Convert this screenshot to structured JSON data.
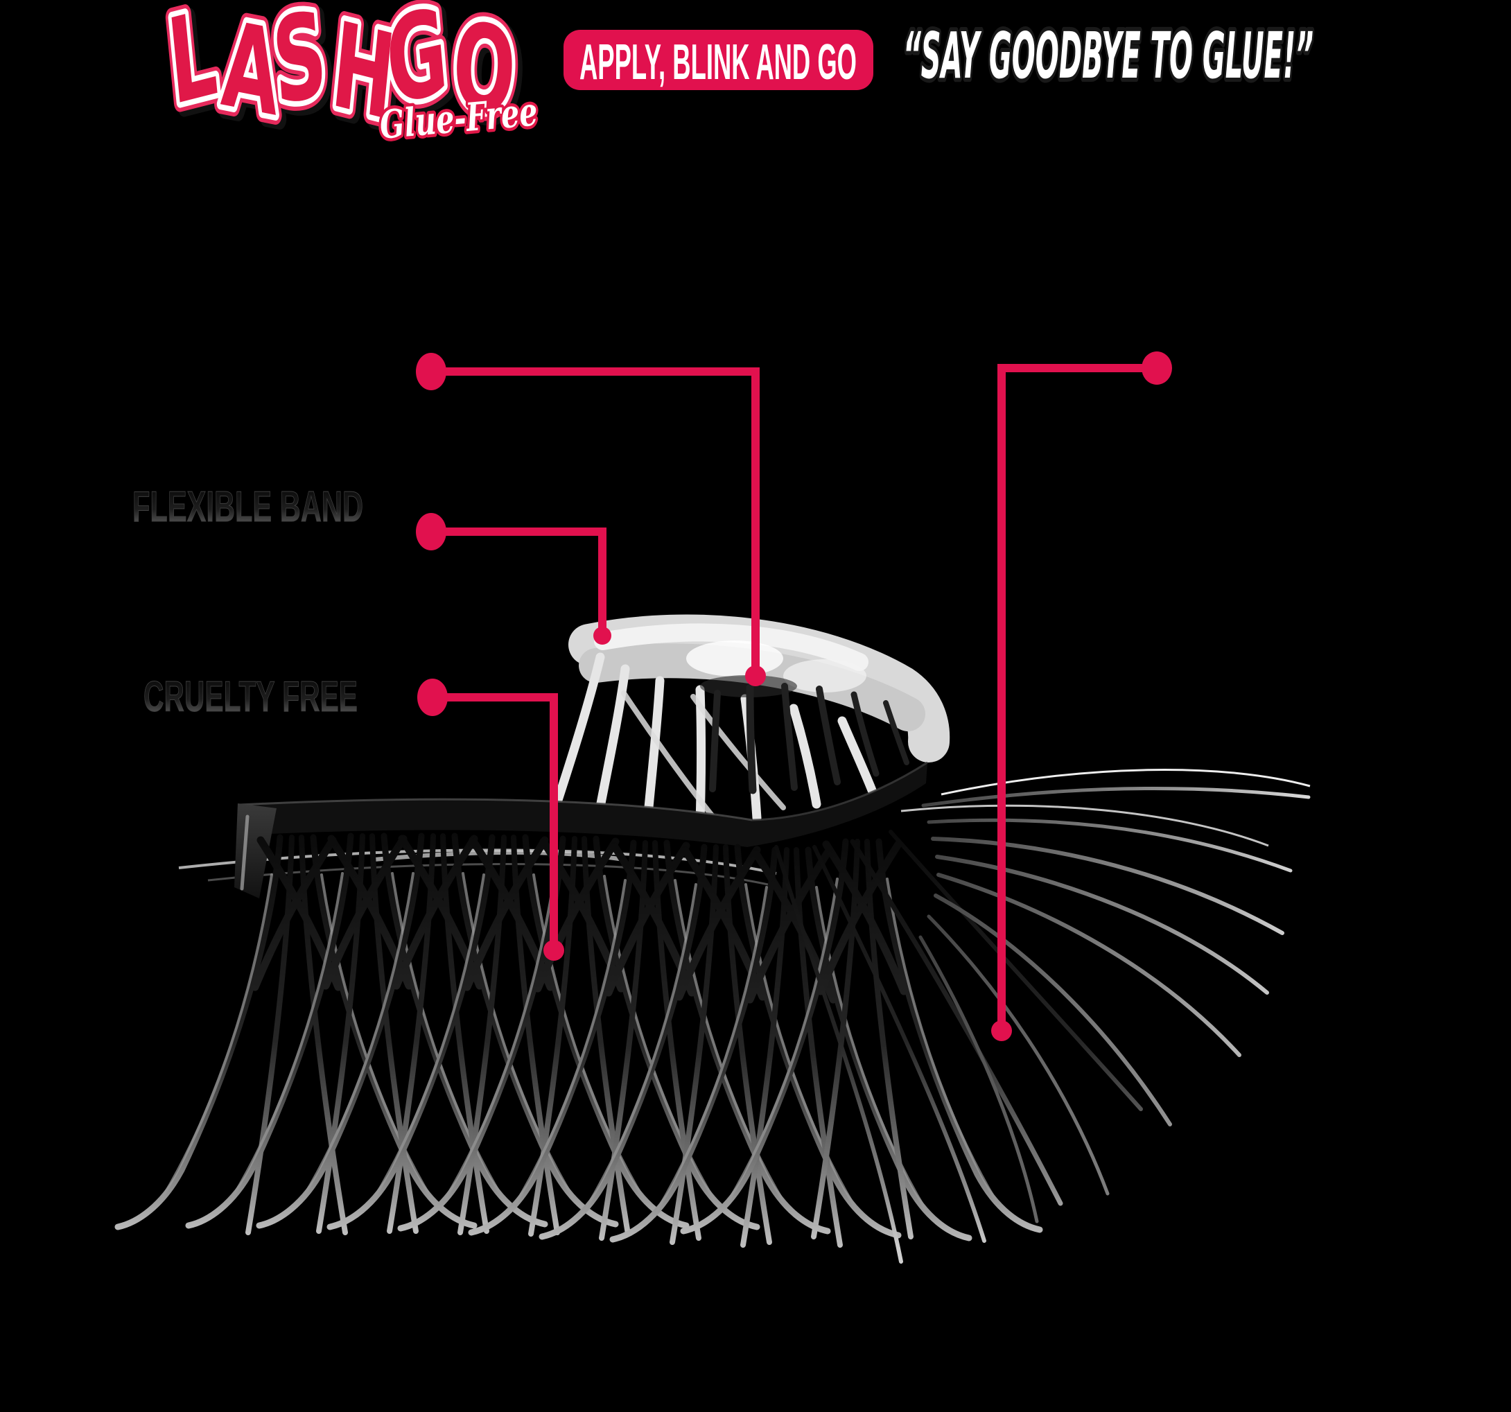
{
  "header": {
    "logo": {
      "text": "LASHGO",
      "tagline": "Glue-Free"
    },
    "badge": {
      "label": "APPLY, BLINK AND GO"
    },
    "quote": {
      "text": "“SAY GOODBYE TO GLUE!”"
    }
  },
  "callouts": {
    "flexible_band": {
      "label": "FLEXIBLE BAND"
    },
    "cruelty_free": {
      "label": "CRUELTY FREE"
    }
  },
  "colors": {
    "accent": "#E1114E",
    "logo_pink": "#E01848",
    "text_white": "#FFFFFF",
    "label_gray": "#6E6E6E",
    "background": "#000000"
  }
}
